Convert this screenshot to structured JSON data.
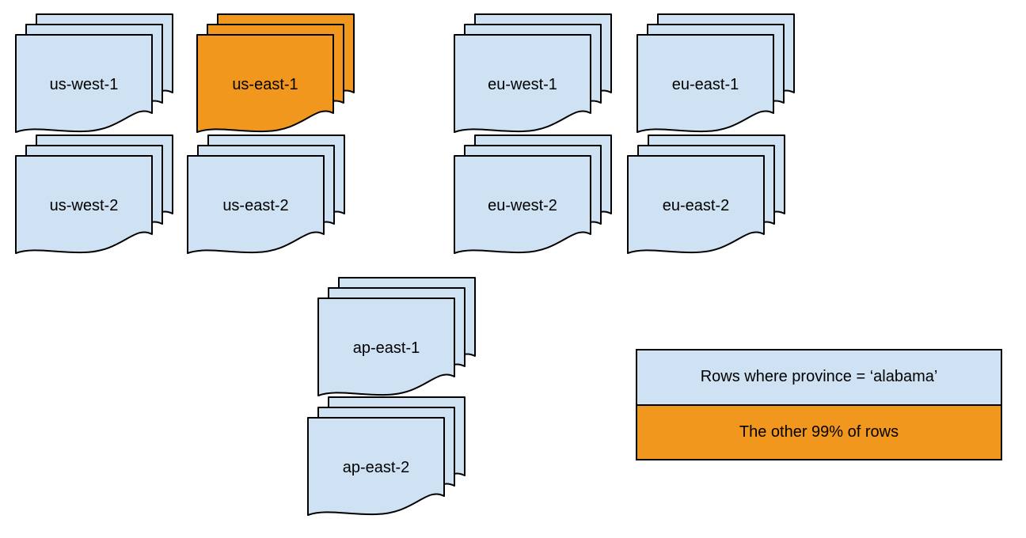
{
  "diagram": {
    "description": "Region document stacks with one highlighted stack and a color legend",
    "sheets_per_stack": 3,
    "stacks": [
      {
        "id": "us-west-1",
        "label": "us-west-1",
        "highlighted": false
      },
      {
        "id": "us-east-1",
        "label": "us-east-1",
        "highlighted": true
      },
      {
        "id": "eu-west-1",
        "label": "eu-west-1",
        "highlighted": false
      },
      {
        "id": "eu-east-1",
        "label": "eu-east-1",
        "highlighted": false
      },
      {
        "id": "us-west-2",
        "label": "us-west-2",
        "highlighted": false
      },
      {
        "id": "us-east-2",
        "label": "us-east-2",
        "highlighted": false
      },
      {
        "id": "eu-west-2",
        "label": "eu-west-2",
        "highlighted": false
      },
      {
        "id": "eu-east-2",
        "label": "eu-east-2",
        "highlighted": false
      },
      {
        "id": "ap-east-1",
        "label": "ap-east-1",
        "highlighted": false
      },
      {
        "id": "ap-east-2",
        "label": "ap-east-2",
        "highlighted": false
      }
    ],
    "legend": {
      "items": [
        {
          "label": "Rows where province = ‘alabama’",
          "color": "#cfe2f3"
        },
        {
          "label": "The other 99% of rows",
          "color": "#f2971d"
        }
      ]
    },
    "colors": {
      "normal_fill": "#cfe2f3",
      "highlight_fill": "#f2971d",
      "stroke": "#000000",
      "background": "#ffffff",
      "text": "#000000"
    }
  }
}
